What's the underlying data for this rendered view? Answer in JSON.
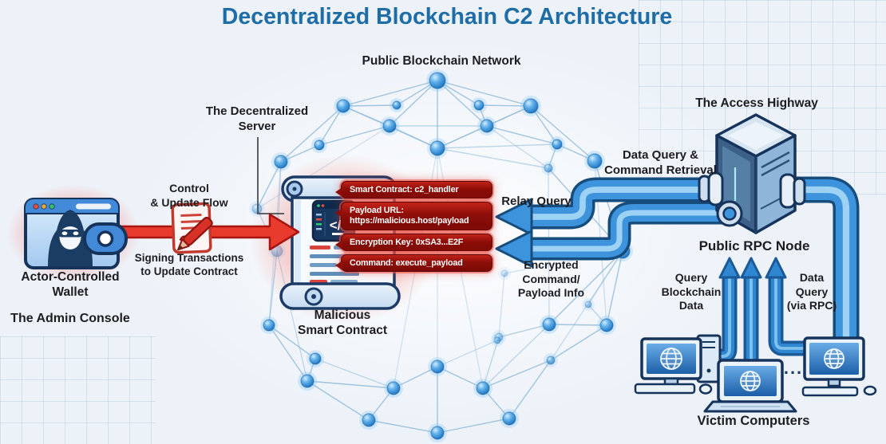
{
  "header": {
    "title": "Decentralized Blockchain C2 Architecture"
  },
  "network": {
    "label": "Public Blockchain Network"
  },
  "decentralized_server": {
    "label": "The Decentralized\nServer"
  },
  "wallet": {
    "label": "Actor-Controlled\nWallet",
    "sublabel": "The Admin Console",
    "icon": "hacker-browser-wallet-icon"
  },
  "control_flow": {
    "label": "Control\n& Update Flow",
    "sublabel": "Signing Transactions\nto Update Contract",
    "icon": "signed-document-pen-icon"
  },
  "smart_contract": {
    "label": "Malicious\nSmart Contract",
    "icon": "scroll-code-icon",
    "code_glyph": "</>",
    "callouts": [
      {
        "text": "Smart Contract: c2_handler"
      },
      {
        "text": "Payload URL:\nhttps://malicious.host/payload"
      },
      {
        "text": "Encryption Key: 0xSA3...E2F"
      },
      {
        "text": "Command: execute_payload"
      }
    ]
  },
  "relay": {
    "label": "Relay Query"
  },
  "retrieval": {
    "label": "Data Query &\nCommand Retrieval"
  },
  "encrypted": {
    "label": "Encrypted\nCommand/\nPayload Info"
  },
  "rpc": {
    "label": "The Access Highway",
    "sublabel": "Public RPC Node",
    "icon": "server-tower-icon"
  },
  "victims": {
    "label": "Victim Computers",
    "query_left": "Query\nBlockchain\nData",
    "query_right": "Data\nQuery\n(via RPC)",
    "ellipsis": "...",
    "icons": [
      "desktop-computer-icon",
      "laptop-computer-icon",
      "monitor-computer-icon"
    ]
  },
  "colors": {
    "title_blue": "#1e6da6",
    "node_blue": "#1a72c0",
    "pipe_blue": "#3d93dc",
    "alert_red": "#8e0e08",
    "arrow_red": "#e83b2e",
    "outline_navy": "#16335c"
  }
}
